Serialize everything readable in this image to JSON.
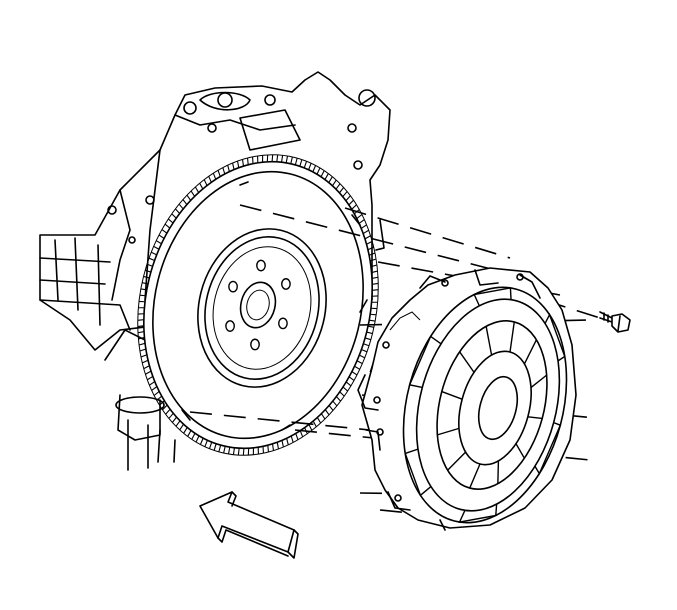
{
  "diagram": {
    "components": [
      {
        "id": "engine-block",
        "icon": "engine-block-outline"
      },
      {
        "id": "flywheel",
        "icon": "flywheel-ring-gear"
      },
      {
        "id": "clutch-pressure-plate",
        "icon": "pressure-plate-assembly"
      },
      {
        "id": "mounting-bolt",
        "icon": "bolt"
      },
      {
        "id": "direction-arrow",
        "icon": "front-arrow"
      }
    ],
    "colors": {
      "line": "#000000",
      "background": "#ffffff"
    },
    "flywheel_bolt_holes": 6,
    "ring_gear_teeth": 150
  }
}
